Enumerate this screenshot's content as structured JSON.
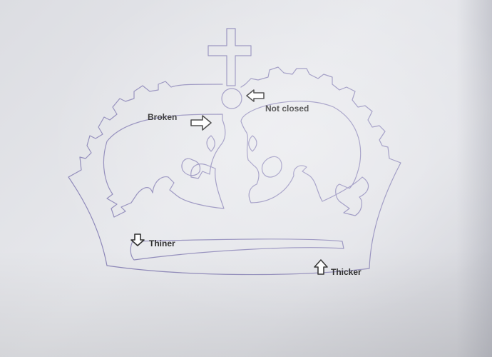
{
  "annotations": {
    "broken": "Broken",
    "not_closed": "Not closed",
    "thiner": "Thiner",
    "thicker": "Thicker"
  },
  "colors": {
    "outline": "#8d87b8",
    "arrow_stroke": "#222222"
  }
}
